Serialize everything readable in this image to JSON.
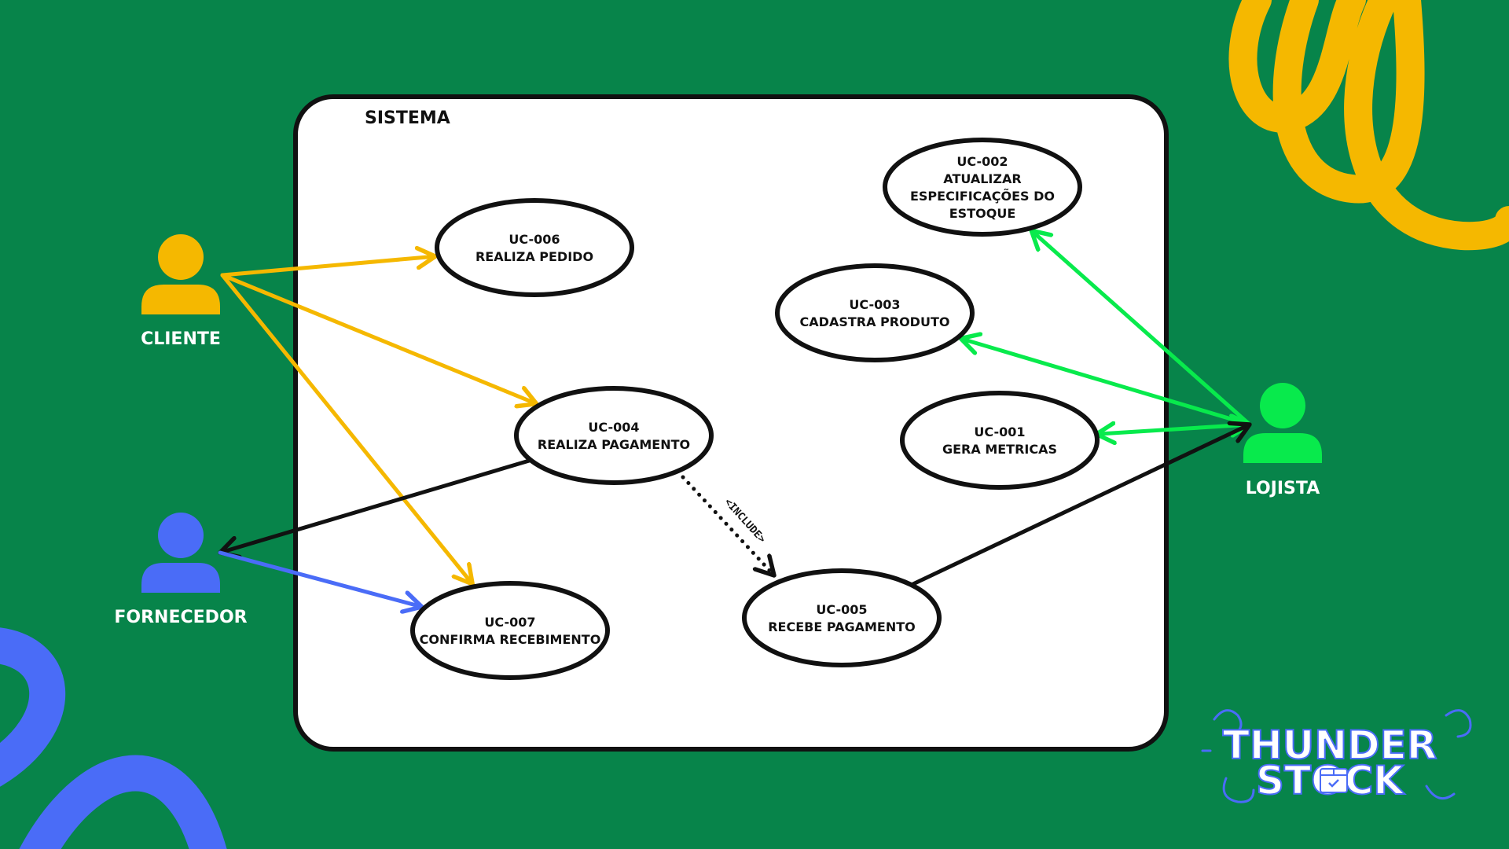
{
  "colors": {
    "background": "#07844a",
    "cliente": "#f5b800",
    "fornecedor": "#4a6cf7",
    "lojista": "#08ea4c",
    "association": "#111111",
    "decor_yellow": "#f5b800",
    "decor_blue": "#4a6cf7"
  },
  "system": {
    "label": "SISTEMA"
  },
  "actors": [
    {
      "id": "cliente",
      "label": "CLIENTE",
      "icon": "person-icon"
    },
    {
      "id": "fornecedor",
      "label": "FORNECEDOR",
      "icon": "person-icon"
    },
    {
      "id": "lojista",
      "label": "LOJISTA",
      "icon": "person-icon"
    }
  ],
  "use_cases": [
    {
      "id": "uc002",
      "lines": [
        "UC-002",
        "ATUALIZAR",
        "ESPECIFICAÇÕES DO",
        "ESTOQUE"
      ]
    },
    {
      "id": "uc006",
      "lines": [
        "UC-006",
        "REALIZA PEDIDO"
      ]
    },
    {
      "id": "uc003",
      "lines": [
        "UC-003",
        "CADASTRA PRODUTO"
      ]
    },
    {
      "id": "uc004",
      "lines": [
        "UC-004",
        "REALIZA PAGAMENTO"
      ]
    },
    {
      "id": "uc001",
      "lines": [
        "UC-001",
        "GERA METRICAS"
      ]
    },
    {
      "id": "uc007",
      "lines": [
        "UC-007",
        "CONFIRMA RECEBIMENTO"
      ]
    },
    {
      "id": "uc005",
      "lines": [
        "UC-005",
        "RECEBE PAGAMENTO"
      ]
    }
  ],
  "relations": [
    {
      "from": "cliente",
      "to": "uc006",
      "color": "#f5b800",
      "arrow": "end"
    },
    {
      "from": "cliente",
      "to": "uc004",
      "color": "#f5b800",
      "arrow": "end"
    },
    {
      "from": "cliente",
      "to": "uc007",
      "color": "#f5b800",
      "arrow": "end"
    },
    {
      "from": "uc004",
      "to": "fornecedor",
      "color": "#111111",
      "arrow": "end"
    },
    {
      "from": "fornecedor",
      "to": "uc007",
      "color": "#4a6cf7",
      "arrow": "end"
    },
    {
      "from": "lojista",
      "to": "uc002",
      "color": "#08ea4c",
      "arrow": "end"
    },
    {
      "from": "lojista",
      "to": "uc003",
      "color": "#08ea4c",
      "arrow": "end"
    },
    {
      "from": "uc001",
      "to": "lojista",
      "color": "#08ea4c",
      "arrow": "both"
    },
    {
      "from": "uc005",
      "to": "lojista",
      "color": "#111111",
      "arrow": "end"
    },
    {
      "from": "uc004",
      "to": "uc005",
      "color": "#111111",
      "arrow": "end",
      "style": "dotted",
      "label": "<INCLUDE>"
    }
  ],
  "logo": {
    "line1": "THUNDER",
    "line2": "STOCK",
    "icon": "box-icon"
  }
}
